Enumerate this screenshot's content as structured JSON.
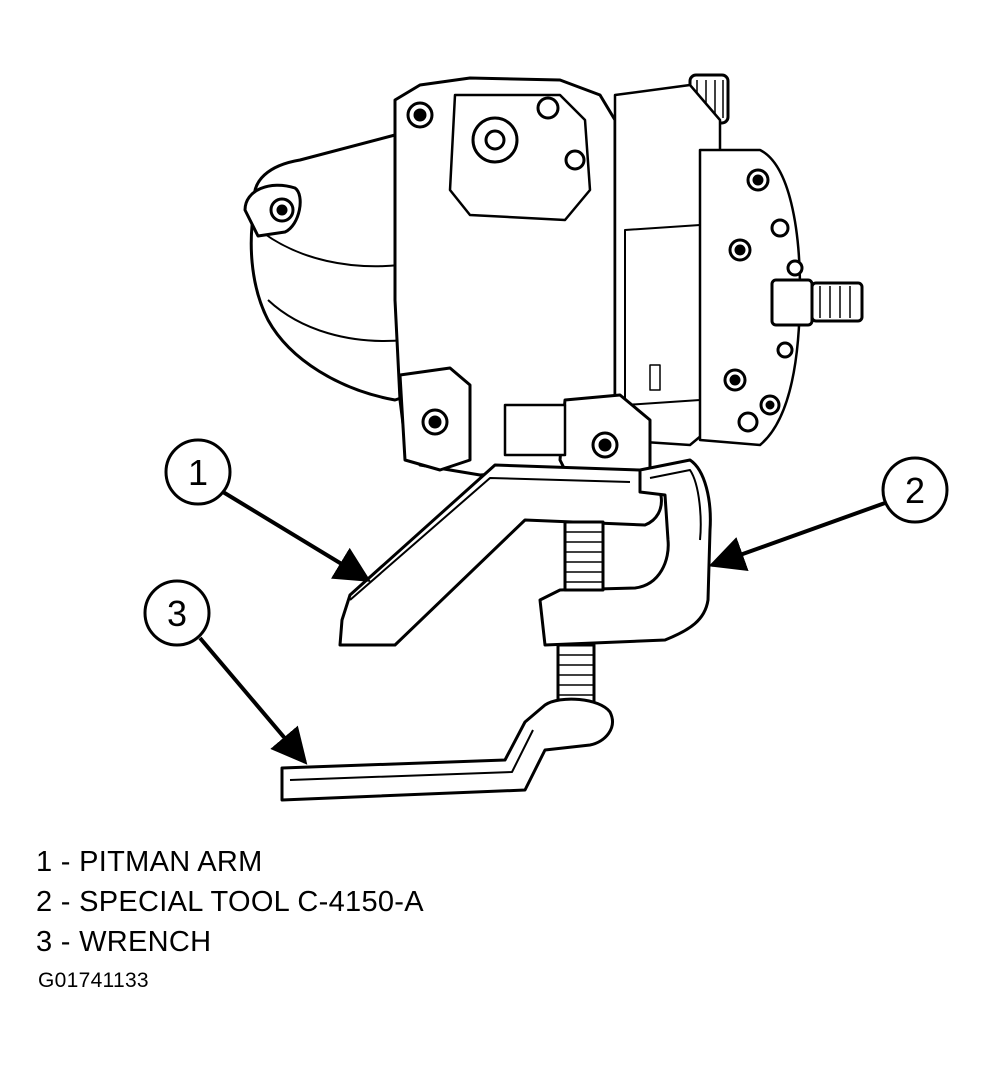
{
  "callouts": [
    {
      "number": "1"
    },
    {
      "number": "2"
    },
    {
      "number": "3"
    }
  ],
  "legend": [
    {
      "number": "1",
      "separator": "-",
      "label": "PITMAN ARM"
    },
    {
      "number": "2",
      "separator": "-",
      "label": "SPECIAL TOOL C-4150-A"
    },
    {
      "number": "3",
      "separator": "-",
      "label": "WRENCH"
    }
  ],
  "figure_id": "G01741133"
}
